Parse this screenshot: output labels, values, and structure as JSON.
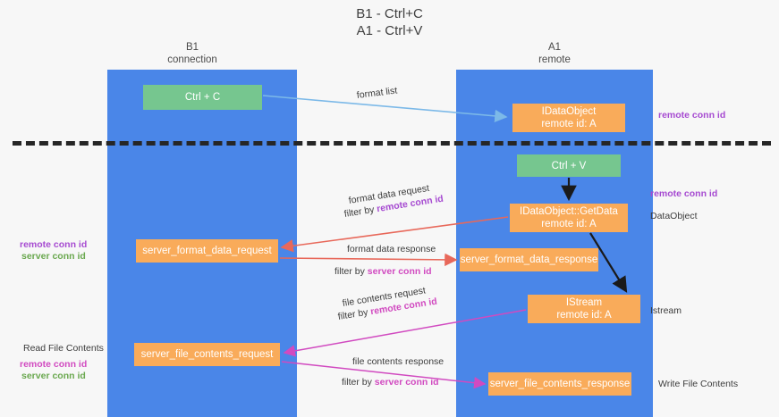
{
  "title": "B1 - Ctrl+C\nA1 - Ctrl+V",
  "colors": {
    "lane": "#4a86e8",
    "green_node": "#76c68f",
    "orange_node": "#f9ab5a",
    "purple_label": "#a64ad1",
    "green_label": "#6aa84f",
    "magenta_label": "#d14ac0",
    "blue_arrow": "#7cb9e8",
    "red_arrow": "#e8685a",
    "black_arrow": "#1a1a1a",
    "divider": "#262626"
  },
  "columns": [
    {
      "name": "b1",
      "title": "B1\nconnection"
    },
    {
      "name": "a1",
      "title": "A1\nremote"
    }
  ],
  "nodes": {
    "ctrl_c": "Ctrl + C",
    "idataobject": "IDataObject\nremote id: A",
    "ctrl_v": "Ctrl + V",
    "getdata": "IDataObject::GetData\nremote id: A",
    "server_format_data_request": "server_format_data_request",
    "server_format_data_response": "server_format_data_response",
    "istream": "IStream\nremote id: A",
    "server_file_contents_request": "server_file_contents_request",
    "server_file_contents_response": "server_file_contents_response"
  },
  "captions": {
    "format_list": "format list",
    "format_data_request": "format data request",
    "filter_by_label": "filter by ",
    "remote_conn_id": "remote conn id",
    "format_data_response": "format data response",
    "server_conn_id": "server conn id",
    "file_contents_request": "file contents request",
    "file_contents_response": "file contents response"
  },
  "side_labels": {
    "right": {
      "remote_conn_id_top": "remote conn id",
      "remote_conn_id_mid": "remote conn id",
      "dataobject": "DataObject",
      "istream": "Istream",
      "write_file_contents": "Write File Contents"
    },
    "left": {
      "remote_conn_id_mid": "remote conn id",
      "server_conn_id_mid": "server conn id",
      "read_file_contents": "Read File Contents",
      "remote_conn_id_bottom": "remote conn id",
      "server_conn_id_bottom": "server conn id"
    }
  }
}
